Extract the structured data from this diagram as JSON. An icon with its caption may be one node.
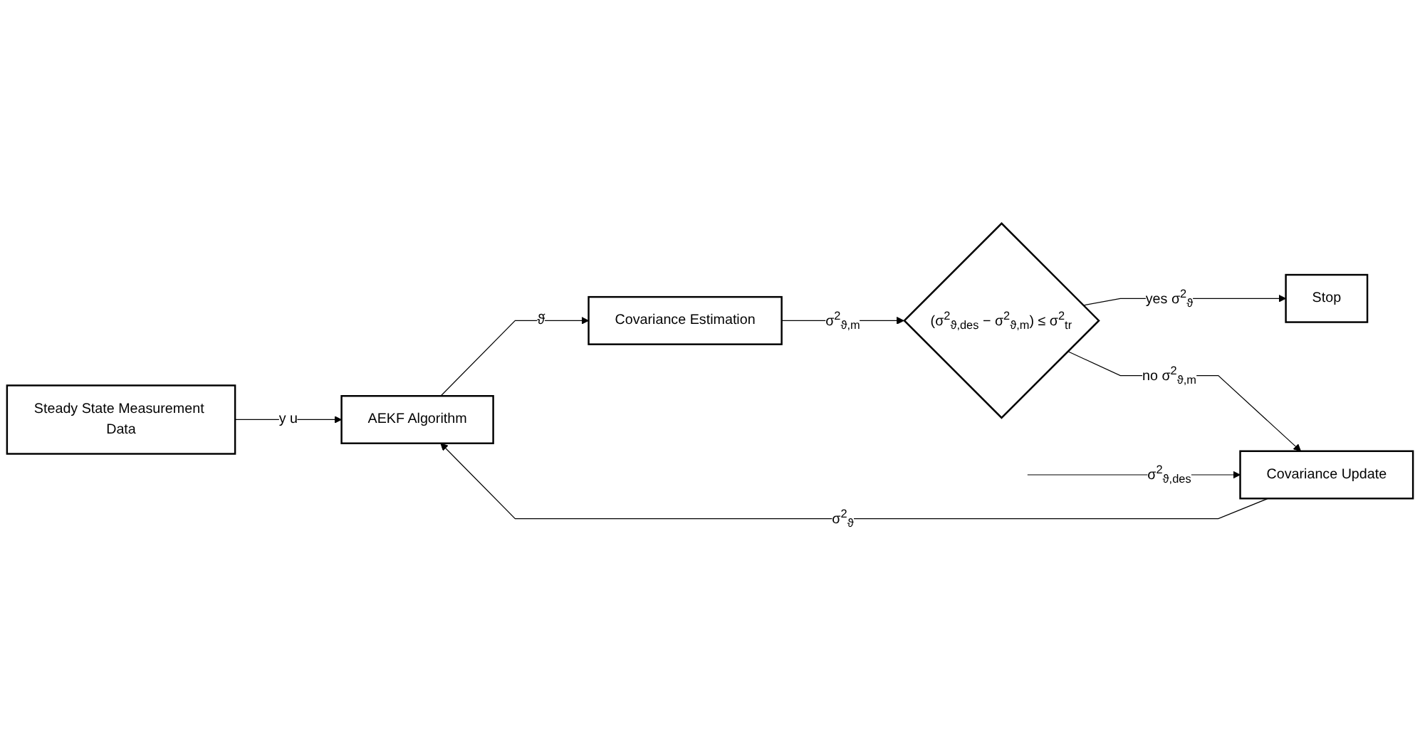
{
  "diagram": {
    "nodes": [
      {
        "text": [
          "Steady State Measurement Data"
        ]
      },
      {
        "text": [
          "AEKF Algorithm"
        ]
      },
      {
        "text": [
          "Covariance Estimation"
        ]
      },
      {
        "text": [
          "(σ$^{2}$$_{ϑ,des}$ − σ$^{2}$$_{ϑ,m}$) ≤ σ$^{2}$$_{tr}$"
        ]
      },
      {
        "text": [
          "Stop"
        ]
      },
      {
        "text": [
          "Covariance Update"
        ]
      }
    ],
    "edges": [
      {
        "from": 0,
        "to": 1,
        "arrow": "to",
        "label": "y u"
      },
      {
        "from": 1,
        "to": 2,
        "arrow": "to",
        "label": "ϑ̂"
      },
      {
        "from": 2,
        "to": 3,
        "arrow": "to",
        "label": "σ$^{2}$$_{ϑ,m}$"
      },
      {
        "from": 3,
        "to": 4,
        "arrow": "to",
        "label": "yes σ$^{2}$$_{ϑ}$"
      },
      {
        "from": 3,
        "to": 5,
        "arrow": "to",
        "label": "no σ$^{2}$$_{ϑ,m}$"
      },
      {
        "from": 5,
        "to": 1,
        "arrow": "to",
        "label": "σ$^{2}$$_{ϑ}$"
      },
      {
        "from": null,
        "to": 5,
        "arrow": "to",
        "label": "σ$^{2}$$_{ϑ,des}$"
      }
    ]
  }
}
